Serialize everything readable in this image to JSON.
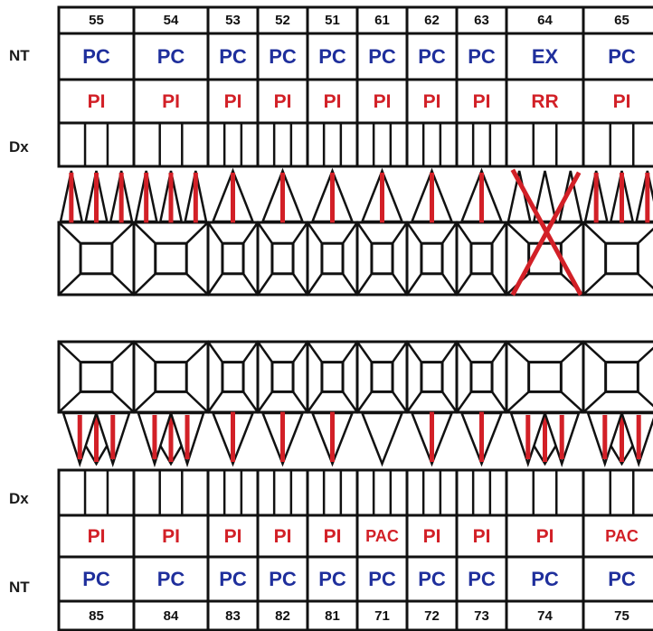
{
  "colors": {
    "blue": "#1f2f9c",
    "red": "#d22027",
    "line": "#111111"
  },
  "labels": {
    "nt_upper": "NT",
    "dx_upper": "Dx",
    "dx_lower": "Dx",
    "nt_lower": "NT"
  },
  "upper": {
    "teeth": [
      {
        "number": "55",
        "nt": "PC",
        "dx": "PI",
        "type": "molar",
        "roots_marked": true
      },
      {
        "number": "54",
        "nt": "PC",
        "dx": "PI",
        "type": "molar",
        "roots_marked": true
      },
      {
        "number": "53",
        "nt": "PC",
        "dx": "PI",
        "type": "single",
        "roots_marked": true
      },
      {
        "number": "52",
        "nt": "PC",
        "dx": "PI",
        "type": "single",
        "roots_marked": true
      },
      {
        "number": "51",
        "nt": "PC",
        "dx": "PI",
        "type": "single",
        "roots_marked": true
      },
      {
        "number": "61",
        "nt": "PC",
        "dx": "PI",
        "type": "single",
        "roots_marked": true
      },
      {
        "number": "62",
        "nt": "PC",
        "dx": "PI",
        "type": "single",
        "roots_marked": true
      },
      {
        "number": "63",
        "nt": "PC",
        "dx": "PI",
        "type": "single",
        "roots_marked": true
      },
      {
        "number": "64",
        "nt": "EX",
        "dx": "RR",
        "type": "molar",
        "roots_marked": false,
        "extracted": true
      },
      {
        "number": "65",
        "nt": "PC",
        "dx": "PI",
        "type": "molar",
        "roots_marked": true
      }
    ]
  },
  "lower": {
    "teeth": [
      {
        "number": "85",
        "nt": "PC",
        "dx": "PI",
        "type": "molar",
        "roots_marked": true
      },
      {
        "number": "84",
        "nt": "PC",
        "dx": "PI",
        "type": "molar",
        "roots_marked": true
      },
      {
        "number": "83",
        "nt": "PC",
        "dx": "PI",
        "type": "single",
        "roots_marked": true
      },
      {
        "number": "82",
        "nt": "PC",
        "dx": "PI",
        "type": "single",
        "roots_marked": true
      },
      {
        "number": "81",
        "nt": "PC",
        "dx": "PI",
        "type": "single",
        "roots_marked": true
      },
      {
        "number": "71",
        "nt": "PC",
        "dx": "PAC",
        "type": "single",
        "roots_marked": false
      },
      {
        "number": "72",
        "nt": "PC",
        "dx": "PI",
        "type": "single",
        "roots_marked": true
      },
      {
        "number": "73",
        "nt": "PC",
        "dx": "PI",
        "type": "single",
        "roots_marked": true
      },
      {
        "number": "74",
        "nt": "PC",
        "dx": "PI",
        "type": "molar",
        "roots_marked": true
      },
      {
        "number": "75",
        "nt": "PC",
        "dx": "PAC",
        "type": "molar",
        "roots_marked": true
      }
    ]
  }
}
